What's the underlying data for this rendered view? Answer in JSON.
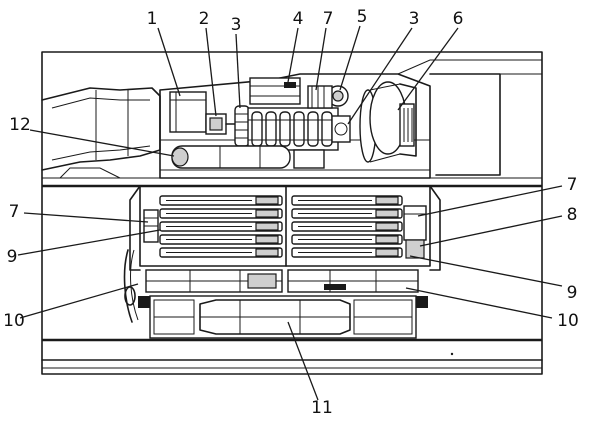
{
  "diagram": {
    "callouts": [
      {
        "id": "c1",
        "label": "1"
      },
      {
        "id": "c2",
        "label": "2"
      },
      {
        "id": "c3a",
        "label": "3"
      },
      {
        "id": "c4",
        "label": "4"
      },
      {
        "id": "c7a",
        "label": "7"
      },
      {
        "id": "c5",
        "label": "5"
      },
      {
        "id": "c3b",
        "label": "3"
      },
      {
        "id": "c6",
        "label": "6"
      },
      {
        "id": "c12",
        "label": "12"
      },
      {
        "id": "c7b",
        "label": "7"
      },
      {
        "id": "c7c",
        "label": "7"
      },
      {
        "id": "c8",
        "label": "8"
      },
      {
        "id": "c9a",
        "label": "9"
      },
      {
        "id": "c9b",
        "label": "9"
      },
      {
        "id": "c10a",
        "label": "10"
      },
      {
        "id": "c10b",
        "label": "10"
      },
      {
        "id": "c11",
        "label": "11"
      }
    ]
  }
}
